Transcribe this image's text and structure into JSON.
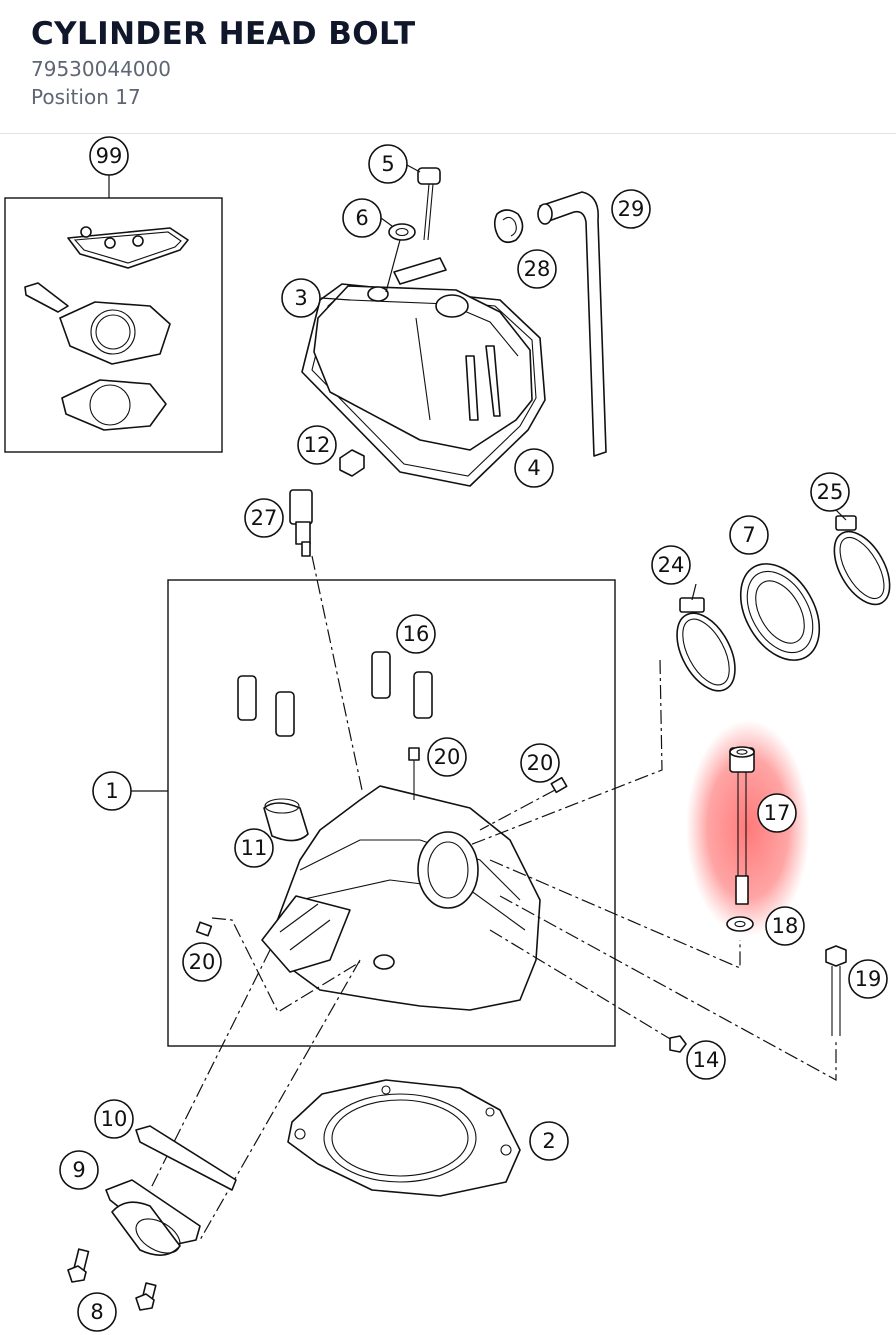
{
  "header": {
    "title": "CYLINDER HEAD BOLT",
    "part_number": "79530044000",
    "position": "Position 17"
  },
  "colors": {
    "highlight": "#ff4d4d",
    "ink": "#111111",
    "title": "#10172a",
    "subtitle": "#5f6673"
  },
  "callouts": {
    "c99": "99",
    "c5": "5",
    "c6": "6",
    "c29": "29",
    "c28": "28",
    "c3": "3",
    "c12": "12",
    "c4": "4",
    "c27": "27",
    "c25": "25",
    "c7": "7",
    "c24": "24",
    "c16": "16",
    "c1": "1",
    "c20a": "20",
    "c20b": "20",
    "c11": "11",
    "c17": "17",
    "c18": "18",
    "c20c": "20",
    "c19": "19",
    "c14": "14",
    "c10": "10",
    "c2": "2",
    "c9": "9",
    "c8": "8"
  },
  "selected_callout": "17"
}
